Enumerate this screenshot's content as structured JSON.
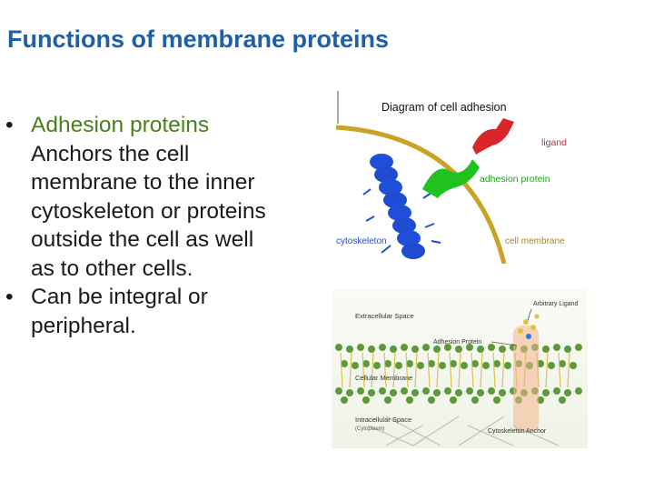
{
  "slide": {
    "title": "Functions of membrane proteins",
    "bullets": [
      {
        "head": "Adhesion proteins",
        "text": "Anchors the cell membrane to the inner cytoskeleton or proteins outside the cell as well as to other cells."
      },
      {
        "text": "Can be integral or peripheral."
      }
    ]
  },
  "figure_top": {
    "title": "Diagram of cell adhesion",
    "labels": {
      "ligand": "ligand",
      "adhesion": "adhesion protein",
      "cytoskeleton": "cytoskeleton",
      "membrane": "cell membrane"
    },
    "colors": {
      "ligand": "#d9252a",
      "adhesion": "#1fc21f",
      "cytoskeleton": "#1f4fd9",
      "membrane": "#c9a227"
    }
  },
  "figure_bottom": {
    "labels": {
      "ligand": "Arbitrary Ligand",
      "extracellular": "Extracellular Space",
      "adhesion": "Adhesion Protein",
      "membrane": "Cellular Membrane",
      "intracellular": "Intracellular Space",
      "cytoplasm": "(Cytoplasm)",
      "anchor": "Cytoskeleton Anchor"
    }
  }
}
